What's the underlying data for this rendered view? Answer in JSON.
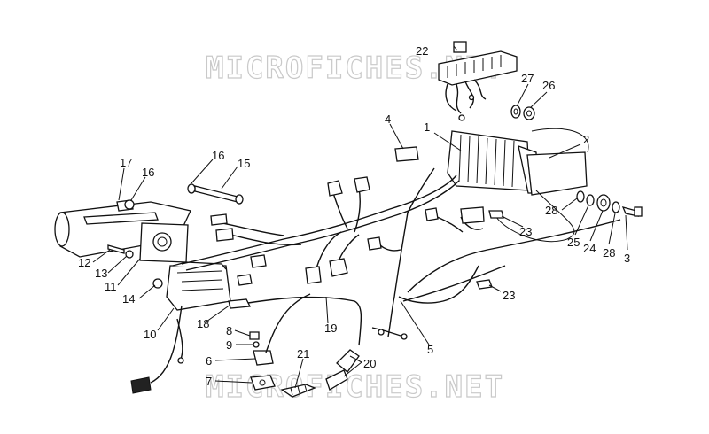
{
  "diagram": {
    "watermark_top": "MICROFICHES.NET",
    "watermark_bottom": "MICROFICHES.NET",
    "callouts": {
      "c1": "1",
      "c2": "2",
      "c3": "3",
      "c4": "4",
      "c5": "5",
      "c6": "6",
      "c7": "7",
      "c8": "8",
      "c9": "9",
      "c10": "10",
      "c11": "11",
      "c12": "12",
      "c13": "13",
      "c14": "14",
      "c15": "15",
      "c16a": "16",
      "c16b": "16",
      "c17": "17",
      "c18": "18",
      "c19": "19",
      "c20": "20",
      "c21": "21",
      "c22": "22",
      "c23a": "23",
      "c23b": "23",
      "c24": "24",
      "c25": "25",
      "c26": "26",
      "c27": "27",
      "c28a": "28",
      "c28b": "28"
    }
  }
}
